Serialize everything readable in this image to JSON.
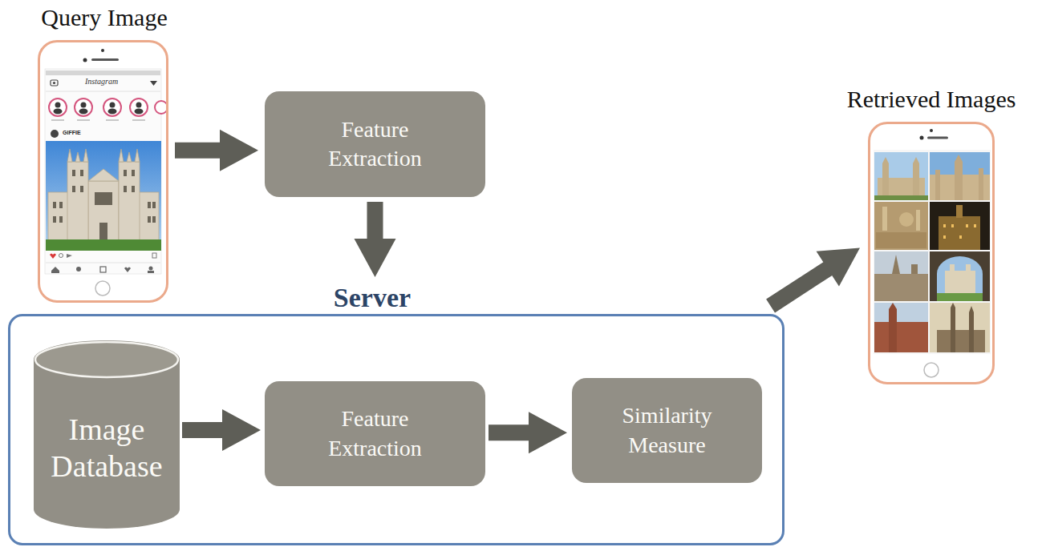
{
  "diagram": {
    "nodes": [
      {
        "text": [
          "Query Image"
        ]
      },
      {
        "text": [
          "Feature Extraction"
        ]
      },
      {
        "text": [
          "Server"
        ]
      },
      {
        "text": [
          "Image Database"
        ],
        "in": 2
      },
      {
        "text": [
          "Feature Extraction"
        ],
        "in": 2
      },
      {
        "text": [
          "Similarity Measure"
        ],
        "in": 2
      },
      {
        "text": [
          "Retrieved Images"
        ]
      }
    ],
    "edges": [
      {
        "from": 0,
        "to": 1,
        "arrow": "to"
      },
      {
        "from": 1,
        "to": 2,
        "arrow": "to"
      },
      {
        "from": 3,
        "to": 4,
        "arrow": "to"
      },
      {
        "from": 4,
        "to": 5,
        "arrow": "to"
      },
      {
        "from": 2,
        "to": 6,
        "arrow": "to"
      }
    ],
    "labels": [
      "Instagram",
      "GIFFIE"
    ]
  }
}
